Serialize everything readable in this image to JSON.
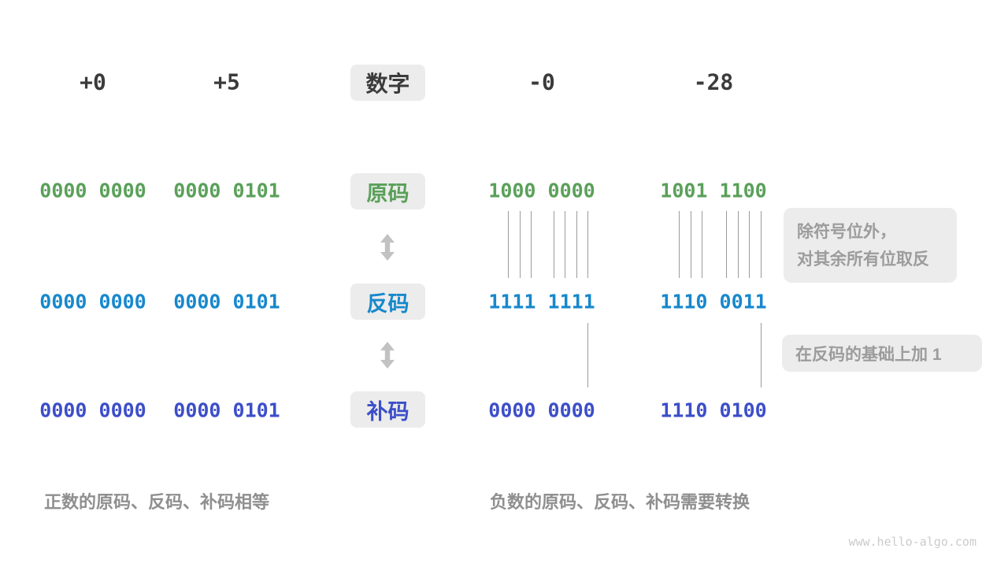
{
  "header": {
    "badge_label": "数字",
    "columns": [
      "+0",
      "+5",
      "-0",
      "-28"
    ]
  },
  "rows": [
    {
      "label": "原码",
      "meaning": "sign-magnitude",
      "color": "#5aa05a",
      "values": [
        "0000 0000",
        "0000 0101",
        "1000 0000",
        "1001 1100"
      ]
    },
    {
      "label": "反码",
      "meaning": "ones-complement",
      "color": "#1788cc",
      "values": [
        "0000 0000",
        "0000 0101",
        "1111 1111",
        "1110 0011"
      ]
    },
    {
      "label": "补码",
      "meaning": "twos-complement",
      "color": "#3c4ec8",
      "values": [
        "0000 0000",
        "0000 0101",
        "0000 0000",
        "1110 0100"
      ]
    }
  ],
  "annotations": {
    "flip_note_line1": "除符号位外，",
    "flip_note_line2": "对其余所有位取反",
    "add_one_note": "在反码的基础上加 1"
  },
  "captions": {
    "positive": "正数的原码、反码、补码相等",
    "negative": "负数的原码、反码、补码需要转换"
  },
  "watermark": "www.hello-algo.com",
  "colors": {
    "header_text": "#3b3b3b",
    "sign_magnitude_green": "#5aa05a",
    "ones_complement_blue": "#1788cc",
    "twos_complement_indigo": "#3c4ec8",
    "badge_background": "#ececec",
    "note_text": "#9c9c9c",
    "caption_text": "#8f8f8f",
    "connector_line": "#9b9b9b",
    "arrow": "#c2c2c2",
    "watermark": "#cbcbcb"
  }
}
